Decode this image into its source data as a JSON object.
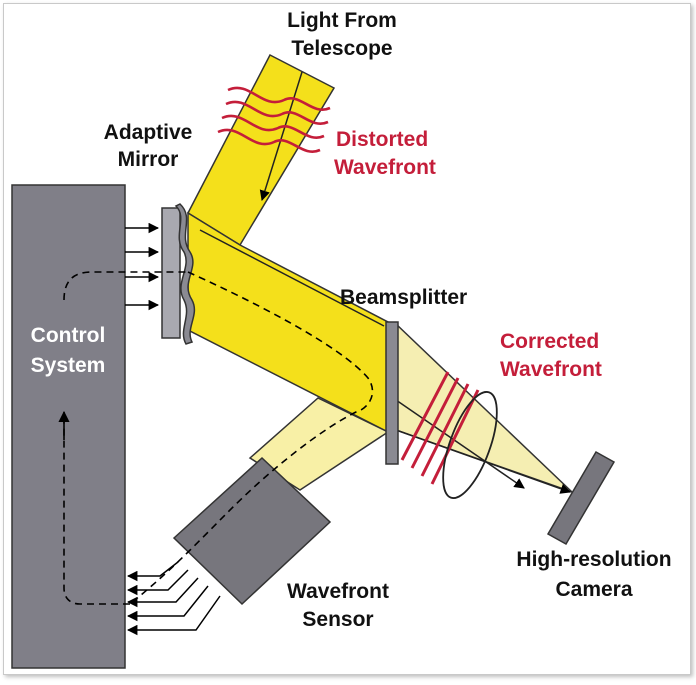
{
  "labels": {
    "light_line1": "Light From",
    "light_line2": "Telescope",
    "adaptive_line1": "Adaptive",
    "adaptive_line2": "Mirror",
    "distorted_line1": "Distorted",
    "distorted_line2": "Wavefront",
    "beamsplitter": "Beamsplitter",
    "corrected_line1": "Corrected",
    "corrected_line2": "Wavefront",
    "control_line1": "Control",
    "control_line2": "System",
    "sensor_line1": "Wavefront",
    "sensor_line2": "Sensor",
    "camera_line1": "High-resolution",
    "camera_line2": "Camera"
  },
  "colors": {
    "beam_strong": "#f4e01b",
    "beam_pale": "#f8f0a6",
    "beam_cone": "#f5eeb2",
    "control_box": "#807f88",
    "sensor_box": "#77767d",
    "mirror": "#a9a9b0",
    "wavefront_red": "#c41e3a"
  },
  "icons": [
    "adaptive-mirror-icon",
    "beamsplitter-icon",
    "camera-icon",
    "lens-icon"
  ]
}
